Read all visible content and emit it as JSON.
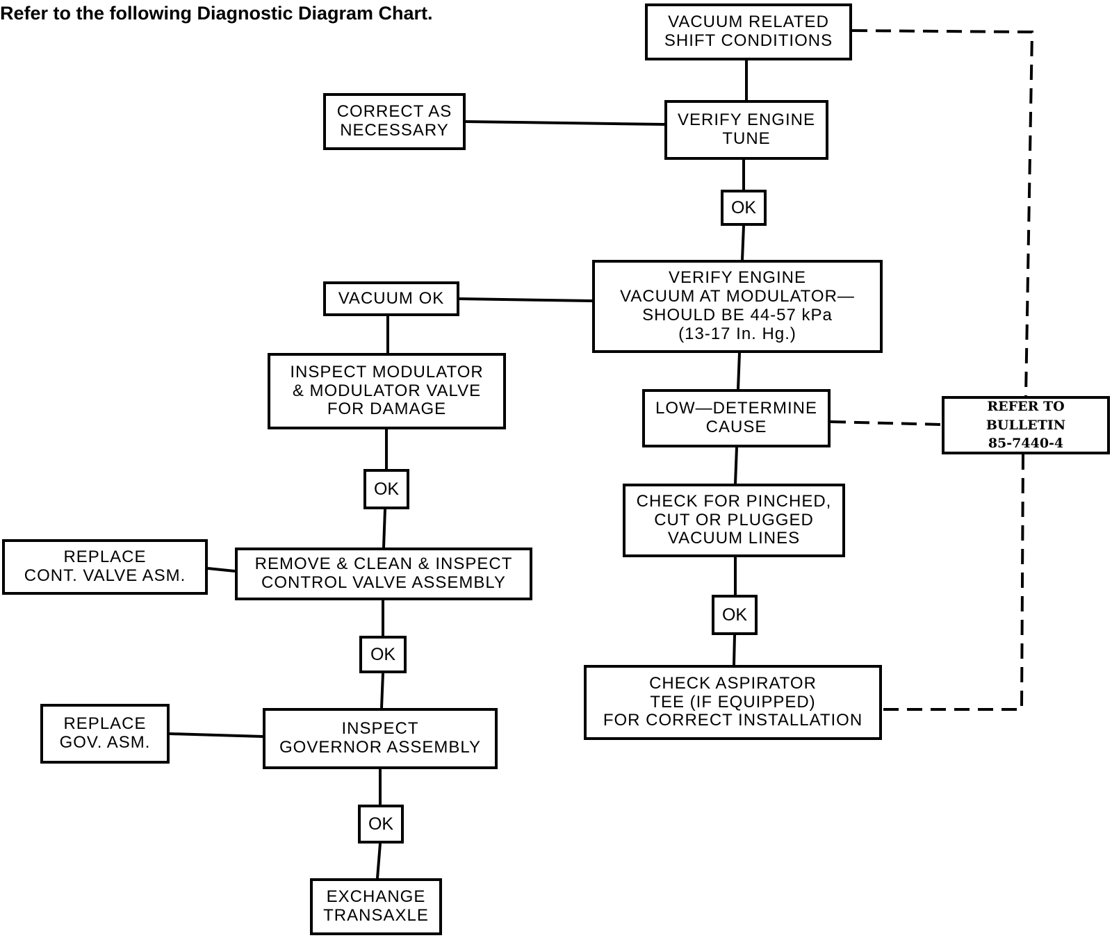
{
  "intro_text": "Refer to the following Diagnostic Diagram  Chart.",
  "nodes": {
    "vacuum_related": [
      "VACUUM RELATED",
      "SHIFT CONDITIONS"
    ],
    "correct_as_necessary": [
      "CORRECT AS",
      "NECESSARY"
    ],
    "verify_engine_tune": [
      "VERIFY ENGINE",
      "TUNE"
    ],
    "ok_1": [
      "OK"
    ],
    "verify_engine_vacuum": [
      "VERIFY ENGINE",
      "VACUUM AT MODULATOR—",
      "SHOULD BE 44-57 kPa",
      "(13-17 In. Hg.)"
    ],
    "vacuum_ok": [
      "VACUUM OK"
    ],
    "inspect_modulator": [
      "INSPECT MODULATOR",
      "& MODULATOR VALVE",
      "FOR DAMAGE"
    ],
    "low_determine_cause": [
      "LOW—DETERMINE",
      "CAUSE"
    ],
    "refer_to_bulletin": [
      "REFER TO",
      "BULLETIN",
      "85-7440-4"
    ],
    "ok_2": [
      "OK"
    ],
    "check_vacuum_lines": [
      "CHECK FOR PINCHED,",
      "CUT OR PLUGGED",
      "VACUUM LINES"
    ],
    "replace_control_valve": [
      "REPLACE",
      "CONT. VALVE ASM."
    ],
    "remove_clean_inspect": [
      "REMOVE & CLEAN & INSPECT",
      "CONTROL VALVE ASSEMBLY"
    ],
    "ok_3": [
      "OK"
    ],
    "ok_4": [
      "OK"
    ],
    "check_aspirator_tee": [
      "CHECK ASPIRATOR",
      "TEE (IF EQUIPPED)",
      "FOR CORRECT INSTALLATION"
    ],
    "replace_governor": [
      "REPLACE",
      "GOV. ASM."
    ],
    "inspect_governor": [
      "INSPECT",
      "GOVERNOR ASSEMBLY"
    ],
    "ok_5": [
      "OK"
    ],
    "exchange_transaxle": [
      "EXCHANGE",
      "TRANSAXLE"
    ]
  },
  "links": [
    {
      "from": "vacuum_related",
      "to": "verify_engine_tune",
      "style": "solid"
    },
    {
      "from": "verify_engine_tune",
      "to": "correct_as_necessary",
      "style": "solid"
    },
    {
      "from": "verify_engine_tune",
      "to": "ok_1",
      "style": "solid"
    },
    {
      "from": "ok_1",
      "to": "verify_engine_vacuum",
      "style": "solid"
    },
    {
      "from": "verify_engine_vacuum",
      "to": "vacuum_ok",
      "style": "solid"
    },
    {
      "from": "verify_engine_vacuum",
      "to": "low_determine_cause",
      "style": "solid"
    },
    {
      "from": "vacuum_ok",
      "to": "inspect_modulator",
      "style": "solid"
    },
    {
      "from": "inspect_modulator",
      "to": "ok_2",
      "style": "solid"
    },
    {
      "from": "ok_2",
      "to": "remove_clean_inspect",
      "style": "solid"
    },
    {
      "from": "remove_clean_inspect",
      "to": "replace_control_valve",
      "style": "solid"
    },
    {
      "from": "remove_clean_inspect",
      "to": "ok_4",
      "style": "solid"
    },
    {
      "from": "ok_4",
      "to": "inspect_governor",
      "style": "solid"
    },
    {
      "from": "inspect_governor",
      "to": "replace_governor",
      "style": "solid"
    },
    {
      "from": "inspect_governor",
      "to": "ok_5",
      "style": "solid"
    },
    {
      "from": "ok_5",
      "to": "exchange_transaxle",
      "style": "solid"
    },
    {
      "from": "low_determine_cause",
      "to": "check_vacuum_lines",
      "style": "solid"
    },
    {
      "from": "check_vacuum_lines",
      "to": "ok_3",
      "style": "solid"
    },
    {
      "from": "ok_3",
      "to": "check_aspirator_tee",
      "style": "solid"
    },
    {
      "from": "vacuum_related",
      "to": "refer_to_bulletin",
      "style": "dashed"
    },
    {
      "from": "low_determine_cause",
      "to": "refer_to_bulletin",
      "style": "dashed"
    },
    {
      "from": "check_aspirator_tee",
      "to": "refer_to_bulletin",
      "style": "dashed"
    }
  ]
}
